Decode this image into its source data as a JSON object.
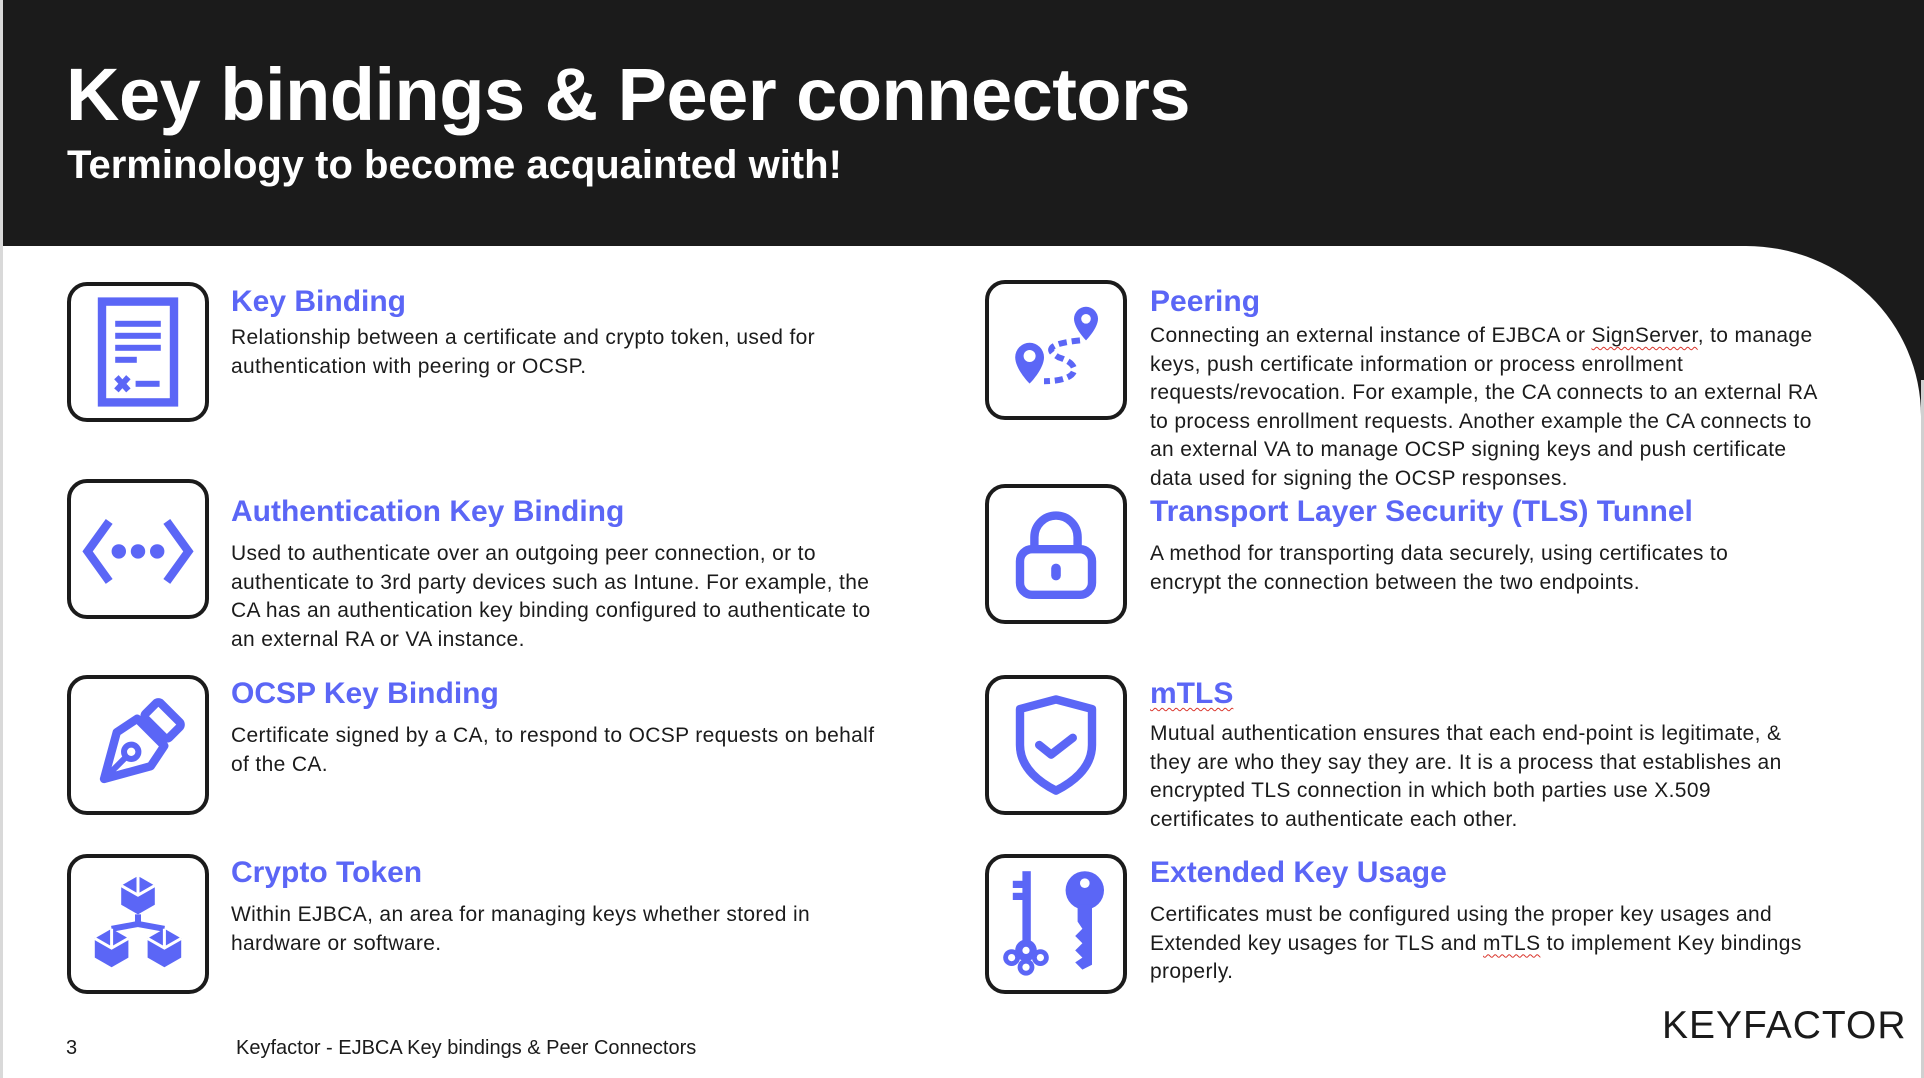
{
  "slide": {
    "title": "Key bindings & Peer connectors",
    "subtitle": "Terminology to become acquainted with!"
  },
  "accent_color": "#5b66f6",
  "items": [
    {
      "icon": "document-icon",
      "heading": "Key Binding",
      "lines": [
        "Relationship between a certificate and crypto token, used for",
        "authentication with peering or OCSP."
      ]
    },
    {
      "icon": "code-dots-icon",
      "heading": "Authentication Key Binding",
      "lines": [
        "Used to authenticate over an outgoing peer connection, or to",
        "authenticate to 3rd party devices such as Intune. For example, the",
        "CA has an authentication key binding configured to authenticate to",
        "an external RA or VA instance."
      ]
    },
    {
      "icon": "pen-nib-icon",
      "heading": "OCSP Key Binding",
      "lines": [
        "Certificate signed by a CA, to respond to OCSP requests on behalf",
        "of the CA."
      ]
    },
    {
      "icon": "cubes-icon",
      "heading": "Crypto Token",
      "lines": [
        "Within EJBCA, an area for managing keys whether stored in",
        "hardware or software."
      ]
    },
    {
      "icon": "route-pins-icon",
      "heading": "Peering",
      "line0_pre": "Connecting an external instance of EJBCA or ",
      "line0_word": "SignServer",
      "line0_post": ", to manage",
      "lines": [
        "",
        "keys, push certificate information or process enrollment",
        "requests/revocation. For example, the CA connects to an external RA",
        "to process enrollment requests. Another example the CA connects to",
        "an external VA to manage OCSP signing keys and push certificate",
        "data used for signing the OCSP responses."
      ]
    },
    {
      "icon": "lock-icon",
      "heading": "Transport Layer Security (TLS) Tunnel",
      "lines": [
        "A method for transporting data securely, using certificates to",
        "encrypt the connection between the two endpoints."
      ]
    },
    {
      "icon": "shield-check-icon",
      "heading": "mTLS",
      "lines": [
        "Mutual authentication ensures that each end-point is legitimate, &",
        "they are who they say they are. It is a process that establishes an",
        "encrypted TLS connection in which both parties use X.509",
        "certificates to authenticate each other."
      ]
    },
    {
      "icon": "keys-icon",
      "heading": "Extended Key Usage",
      "line1_pre": "Extended key usages for TLS and ",
      "line1_word": "mTLS",
      "line1_post": " to implement Key bindings",
      "lines": [
        "Certificates must be configured using the proper key usages and",
        "",
        "properly."
      ]
    }
  ],
  "footer": {
    "page_number": "3",
    "text": "Keyfactor - EJBCA Key bindings & Peer Connectors",
    "logo": "KEYFACTOR"
  }
}
